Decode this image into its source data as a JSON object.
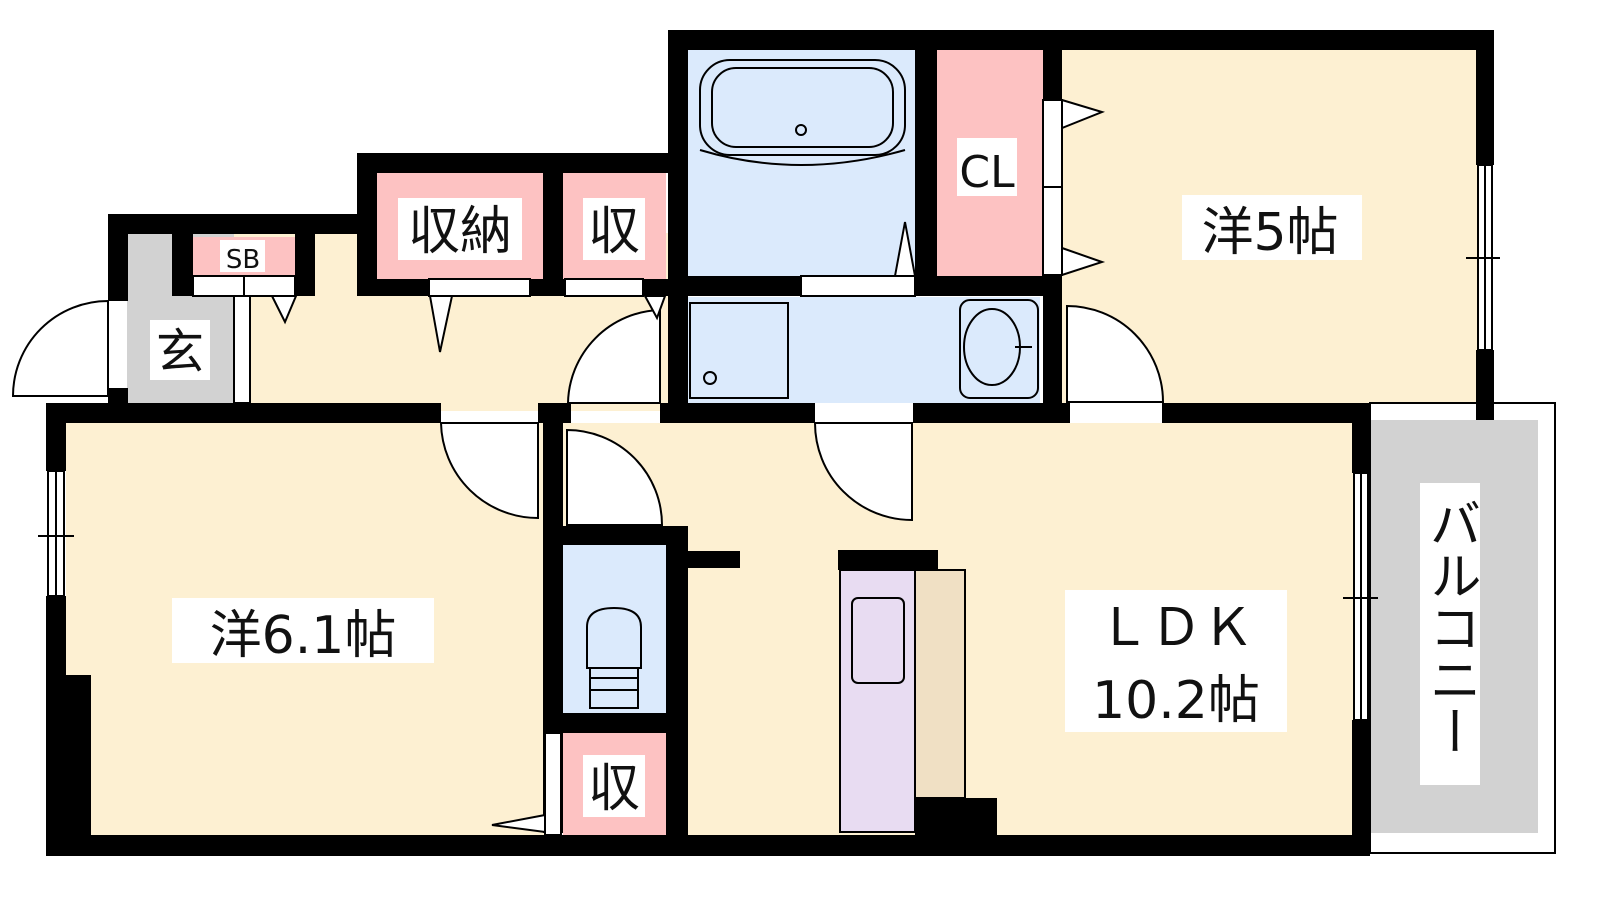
{
  "rooms": {
    "western_5": {
      "label": "洋5帖"
    },
    "western_61": {
      "label": "洋6.1帖"
    },
    "ldk_name": {
      "label": "ＬＤＫ"
    },
    "ldk_size": {
      "label": "10.2帖"
    },
    "balcony": {
      "label": "バルコニー"
    },
    "entrance": {
      "label": "玄"
    },
    "shoe_box": {
      "label": "SB"
    },
    "closet": {
      "label": "CL"
    },
    "storage_large": {
      "label": "収納"
    },
    "storage_small_top": {
      "label": "収"
    },
    "storage_small_bottom": {
      "label": "収"
    }
  },
  "colors": {
    "room_floor": "#fdf0d2",
    "storage": "#fdc2c2",
    "wet_area": "#dbeafc",
    "entrance_floor": "#d2d2d2",
    "balcony_floor": "#d2d2d2",
    "kitchen": "#e8dcf2",
    "counter": "#f0e0c4",
    "wall": "#000000"
  }
}
